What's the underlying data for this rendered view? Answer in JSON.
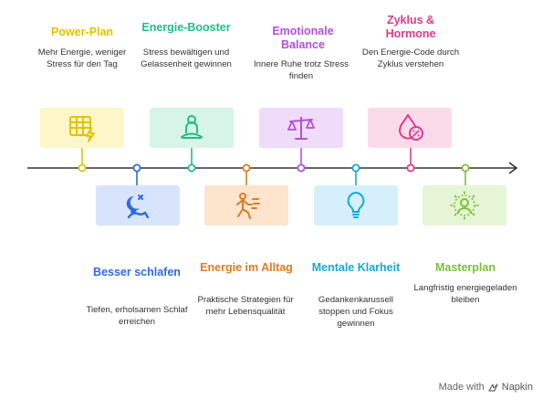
{
  "stages": [
    {
      "id": "power-plan",
      "title": "Power-Plan",
      "desc": "Mehr Energie, weniger Stress für den Tag",
      "color": "#e3c200",
      "bg": "#fdf6c8",
      "icon": "spreadsheet-bolt-icon"
    },
    {
      "id": "besser-schlafen",
      "title": "Besser schlafen",
      "desc": "Tiefen, erholsamen Schlaf erreichen",
      "color": "#2e6ae0",
      "bg": "#d8e4fb",
      "icon": "sleep-icon"
    },
    {
      "id": "energie-booster",
      "title": "Energie-Booster",
      "desc": "Stress bewältigen und Gelassenheit gewinnen",
      "color": "#1fbf87",
      "bg": "#d6f5e8",
      "icon": "meditation-icon"
    },
    {
      "id": "energie-im-alltag",
      "title": "Energie im Alltag",
      "desc": "Praktische Strategien für mehr Lebensqualität",
      "color": "#e07a22",
      "bg": "#fde4cc",
      "icon": "running-person-icon"
    },
    {
      "id": "emotionale-balance",
      "title": "Emotionale Balance",
      "desc": "Innere Ruhe trotz Stress finden",
      "color": "#b34fe0",
      "bg": "#efdcfb",
      "icon": "balance-scale-icon"
    },
    {
      "id": "mentale-klarheit",
      "title": "Mentale Klarheit",
      "desc": "Gedankenkarussell stoppen und Fokus gewinnen",
      "color": "#17a8d8",
      "bg": "#d5f0fb",
      "icon": "lightbulb-icon"
    },
    {
      "id": "zyklus-hormone",
      "title": "Zyklus & Hormone",
      "desc": "Den Energie-Code durch Zyklus verstehen",
      "color": "#e03a8c",
      "bg": "#fbdbe9",
      "icon": "drop-percent-icon"
    },
    {
      "id": "masterplan",
      "title": "Masterplan",
      "desc": "Langfristig energiegeladen bleiben",
      "color": "#7cbf3a",
      "bg": "#e6f5d5",
      "icon": "radiant-person-icon"
    }
  ],
  "branding": {
    "prefix": "Made with",
    "name": "Napkin"
  }
}
